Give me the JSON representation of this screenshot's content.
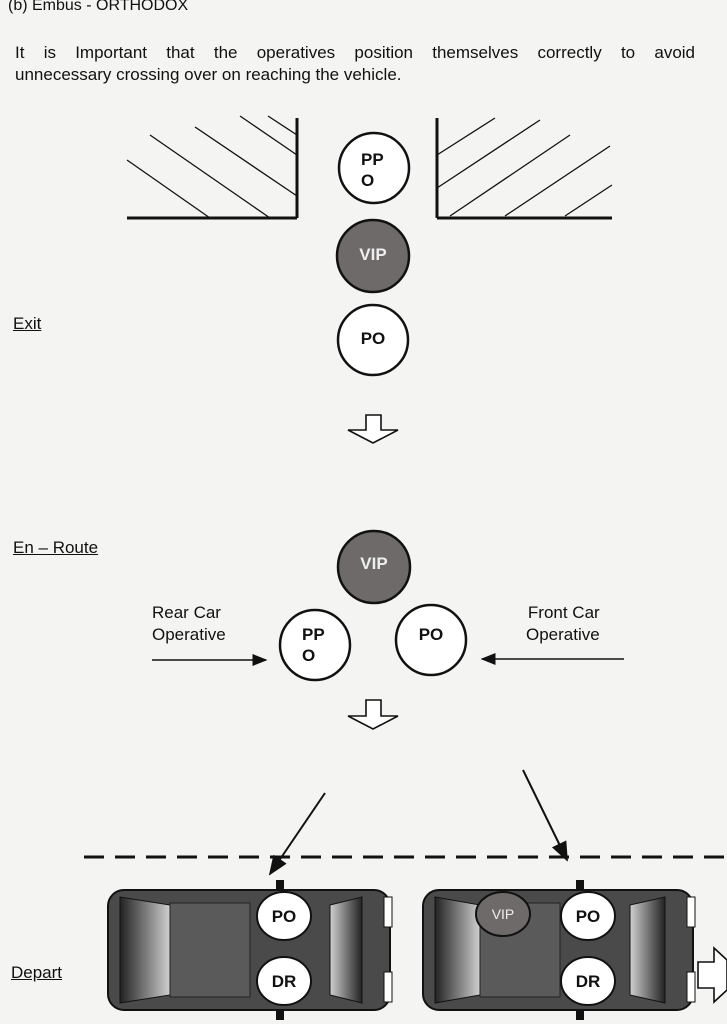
{
  "heading": "(b) Embus - ORTHODOX",
  "intro": {
    "line1": "It is Important that the operatives position themselves correctly to avoid",
    "line2": "unnecessary crossing over on reaching the vehicle."
  },
  "sections": {
    "exit": "Exit",
    "en_route": "En – Route",
    "depart": "Depart"
  },
  "roles": {
    "ppo_line1": "PP",
    "ppo_line2": "O",
    "vip": "VIP",
    "po": "PO",
    "dr": "DR"
  },
  "side_labels": {
    "rear_line1": "Rear Car",
    "rear_line2": "Operative",
    "front_line1": "Front Car",
    "front_line2": "Operative"
  },
  "colors": {
    "vip_fill": "#6e6a6a",
    "circle_fill": "#ffffff",
    "car_body": "#4a4a4a",
    "stroke": "#111111",
    "background": "#f4f4f2"
  },
  "icons": {
    "flow_arrow": "down-arrow-icon",
    "direction_arrow": "right-arrow-icon"
  }
}
